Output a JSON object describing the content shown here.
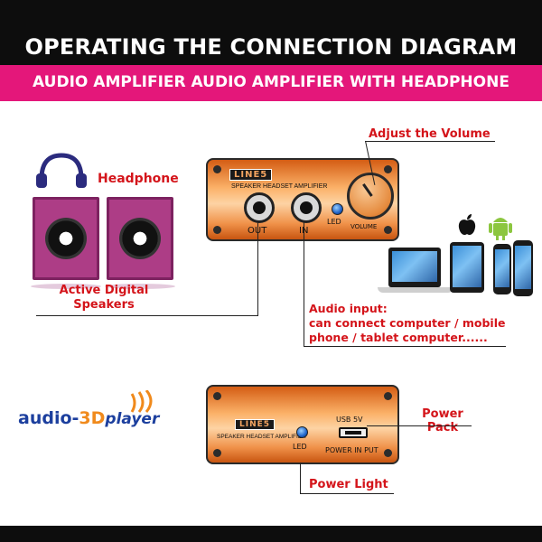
{
  "header": {
    "title": "OPERATING THE CONNECTION DIAGRAM",
    "subtitle": "AUDIO AMPLIFIER AUDIO AMPLIFIER WITH HEADPHONE"
  },
  "labels": {
    "headphone": "Headphone",
    "speakers_line1": "Active Digital",
    "speakers_line2": "Speakers",
    "adjust_volume": "Adjust the Volume",
    "audio_input_line1": "Audio input:",
    "audio_input_line2": "can connect computer / mobile",
    "audio_input_line3": "phone / tablet computer......",
    "power_pack_line1": "Power",
    "power_pack_line2": "Pack",
    "power_light": "Power Light"
  },
  "front_panel": {
    "brand": "LINE5",
    "model": "SPEAKER HEADSET AMPLIFIER",
    "out_label": "OUT",
    "in_label": "IN",
    "led_label": "LED",
    "volume_label": "VOLUME"
  },
  "back_panel": {
    "brand": "LINE5",
    "model": "SPEAKER HEADSET AMPLIFIER",
    "led_label": "LED",
    "usb_label": "USB 5V",
    "power_label": "POWER IN PUT"
  },
  "logo": {
    "text_a": "audio-",
    "text_b": "3D",
    "text_c": "player"
  },
  "colors": {
    "accent_pink": "#e4177a",
    "label_red": "#d4141a",
    "panel_orange": "#f39a4c",
    "speaker_magenta": "#ad3d86",
    "headphone_navy": "#2b2b7e"
  }
}
